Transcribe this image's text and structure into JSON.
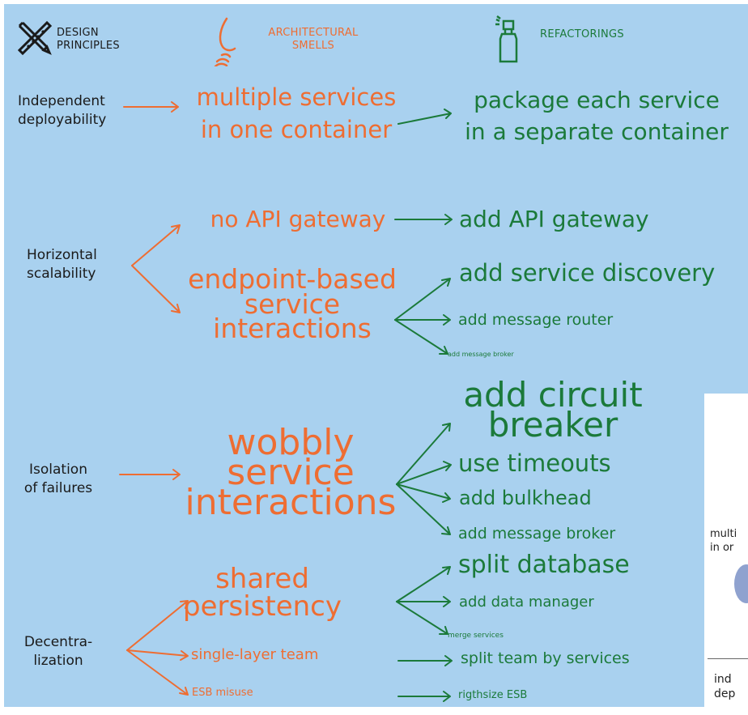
{
  "header": {
    "design_principles": "DESIGN\nPRINCIPLES",
    "architectural_smells": "ARCHITECTURAL\nSMELLS",
    "refactorings": "REFACTORINGS"
  },
  "principles": {
    "independent_deployability": "Independent\ndeployability",
    "horizontal_scalability": "Horizontal\nscalability",
    "isolation_of_failures": "Isolation\nof failures",
    "decentralization": "Decentra-\nlization"
  },
  "smells": {
    "multiple_services": "multiple services\nin one container",
    "no_api_gateway": "no API gateway",
    "endpoint_based": "endpoint-based\nservice\ninteractions",
    "wobbly": "wobbly\nservice\ninteractions",
    "shared_persistency": "shared\npersistency",
    "single_layer_team": "single-layer team",
    "esb_misuse": "ESB misuse"
  },
  "refactorings": {
    "package_each": "package each service\nin a separate container",
    "add_api_gateway": "add API gateway",
    "add_service_discovery": "add service discovery",
    "add_message_router": "add message router",
    "add_message_broker_small": "add message broker",
    "add_circuit_breaker": "add circuit\nbreaker",
    "use_timeouts": "use timeouts",
    "add_bulkhead": "add bulkhead",
    "add_message_broker": "add message broker",
    "split_database": "split database",
    "add_data_manager": "add data manager",
    "merge_services": "merge services",
    "split_team": "split team by services",
    "rightsize_esb": "rigthsize ESB"
  },
  "inset": {
    "label_top": "multi\nin or",
    "label_bottom": "ind\ndep"
  },
  "colors": {
    "background": "#a9d1ef",
    "smell": "#ee6d32",
    "refactoring": "#1b7a3a",
    "principle": "#1a1a1a"
  },
  "icons": {
    "design_principles": "pencil-ruler-icon",
    "architectural_smells": "nose-icon",
    "refactorings": "spray-bottle-icon"
  }
}
